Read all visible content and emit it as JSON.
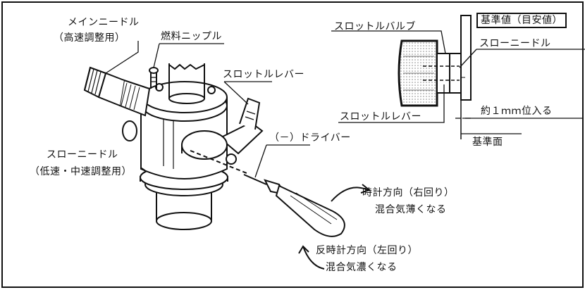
{
  "labels": {
    "main_needle": "メインニードル",
    "main_needle_sub": "（高速調整用）",
    "fuel_nipple": "燃料ニップル",
    "throttle_lever": "スロットルレバー",
    "slow_needle": "スローニードル",
    "slow_needle_sub": "（低速・中速調整用）",
    "screwdriver": "（－）ドライバー",
    "clockwise": "時計方向（右回り）",
    "clockwise_effect": "混合気薄くなる",
    "counterclockwise": "反時計方向（左回り）",
    "counterclockwise_effect": "混合気濃くなる"
  },
  "inset": {
    "reference_title": "基準値（目安値）",
    "throttle_valve": "スロットルバルブ",
    "slow_needle": "スローニードル",
    "throttle_lever": "スロットルレバー",
    "insertion": "約１ｍｍ位入る",
    "reference_plane": "基準面"
  },
  "colors": {
    "ink": "#111111",
    "paper": "#ffffff",
    "halftone": "#cfcfcf"
  }
}
